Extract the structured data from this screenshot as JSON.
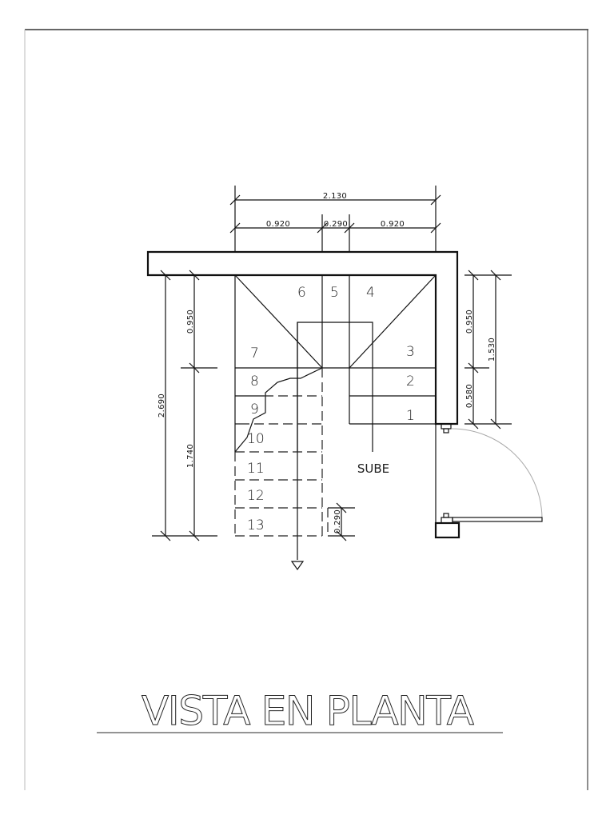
{
  "drawing": {
    "title": "VISTA EN PLANTA",
    "direction_label": "SUBE",
    "dimensions": {
      "top_total": "2.130",
      "top_left": "0.920",
      "top_mid": "0.290",
      "top_right": "0.920",
      "left_total": "2.690",
      "left_upper": "0.950",
      "left_lower": "1.740",
      "right_upper": "0.950",
      "right_lower": "0.580",
      "right_total": "1.530",
      "tread_depth": "0.290"
    },
    "steps": [
      "1",
      "2",
      "3",
      "4",
      "5",
      "6",
      "7",
      "8",
      "9",
      "10",
      "11",
      "12",
      "13"
    ]
  }
}
